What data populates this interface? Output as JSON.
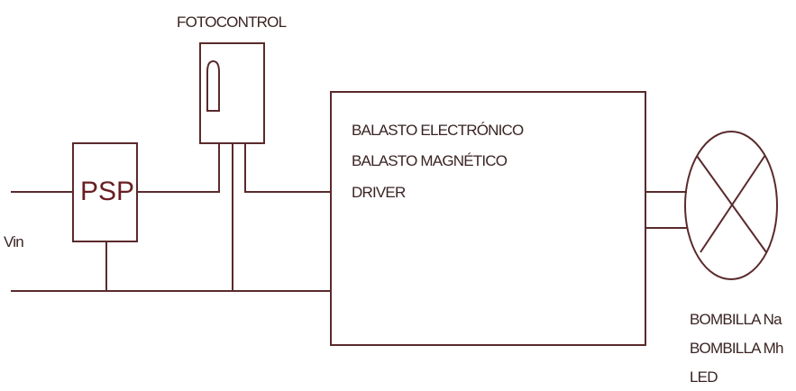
{
  "labels": {
    "fotocontrol": "FOTOCONTROL",
    "psp": "PSP",
    "vin": "Vin",
    "ballast_lines": [
      "BALASTO ELECTRÓNICO",
      "BALASTO MAGNÉTICO",
      "DRIVER"
    ],
    "lamp_lines": [
      "BOMBILLA Na",
      "BOMBILLA Mh",
      "LED"
    ]
  },
  "colors": {
    "line": "#5a2a2c",
    "text": "#3b2424",
    "psp_text": "#6a1e22"
  }
}
